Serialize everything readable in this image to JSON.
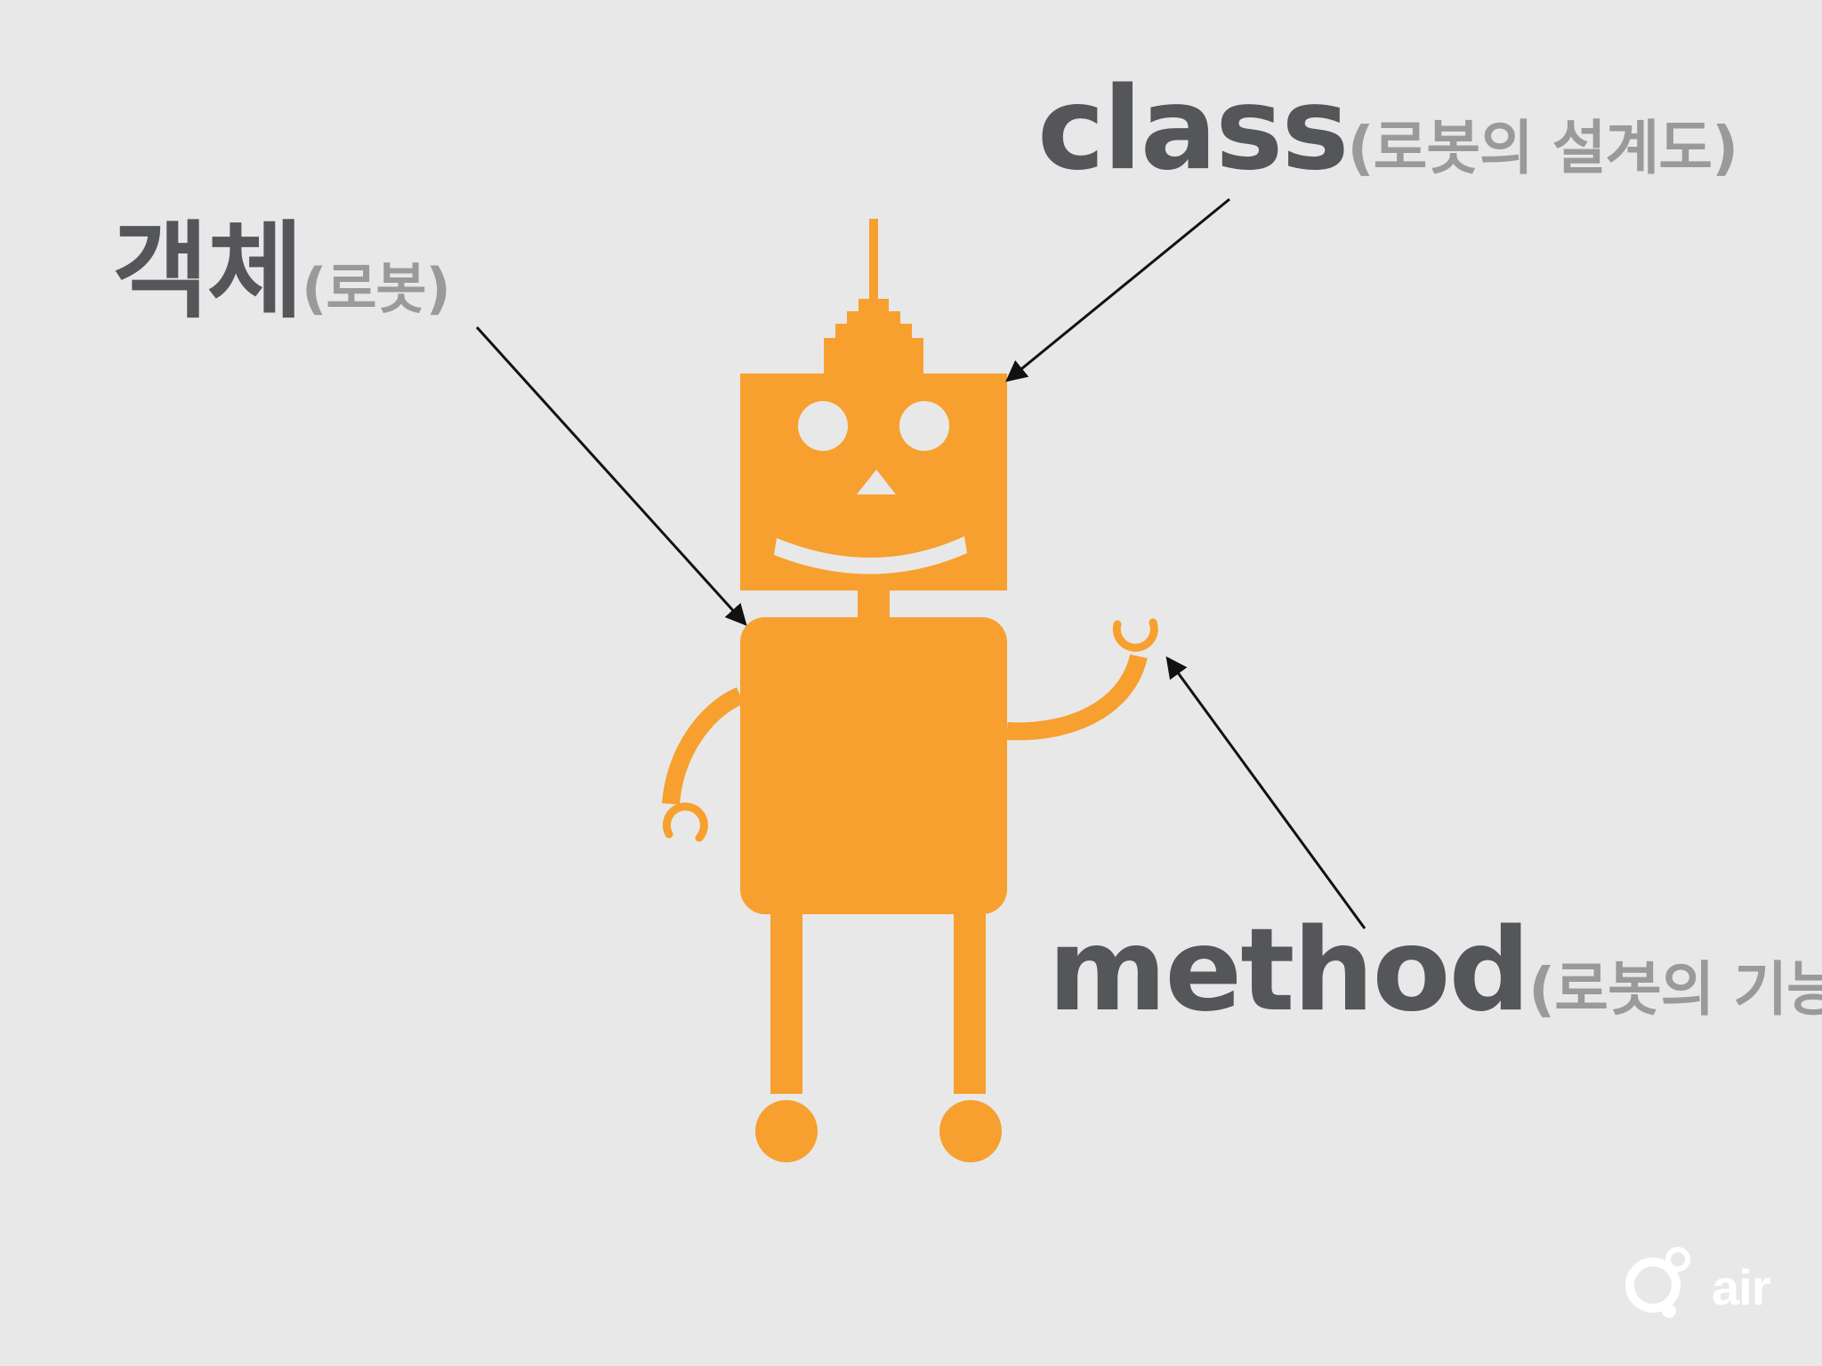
{
  "labels": {
    "object": {
      "term": "객체",
      "note": "(로봇)"
    },
    "class": {
      "term": "class",
      "note": "(로봇의 설계도)"
    },
    "method": {
      "term": "method",
      "note": "(로봇의 기능)"
    }
  },
  "logo": {
    "text": "air"
  },
  "colors": {
    "background": "#e8e8e8",
    "robot": "#f7a02f",
    "term": "#54565a",
    "note": "#9a9a9a",
    "arrow": "#111111"
  }
}
